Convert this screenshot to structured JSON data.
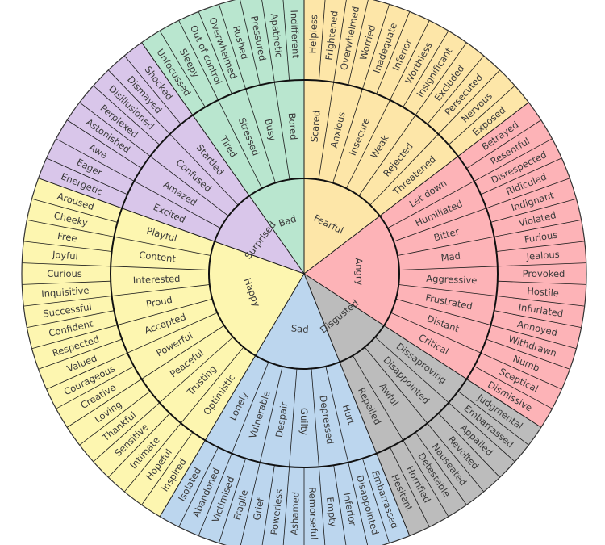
{
  "wheel": [
    {
      "name": "Fearful",
      "color": "#fde6a8",
      "groups": [
        {
          "name": "Scared",
          "outer": [
            "Helpless",
            "Frightened"
          ]
        },
        {
          "name": "Anxious",
          "outer": [
            "Overwhelmed",
            "Worried"
          ]
        },
        {
          "name": "Insecure",
          "outer": [
            "Inadequate",
            "Inferior"
          ]
        },
        {
          "name": "Weak",
          "outer": [
            "Worthless",
            "Insignificant"
          ]
        },
        {
          "name": "Rejected",
          "outer": [
            "Excluded",
            "Persecuted"
          ]
        },
        {
          "name": "Threatened",
          "outer": [
            "Nervous",
            "Exposed"
          ]
        }
      ]
    },
    {
      "name": "Angry",
      "color": "#fdb3b7",
      "groups": [
        {
          "name": "Let down",
          "outer": [
            "Betrayed",
            "Resentful"
          ]
        },
        {
          "name": "Humiliated",
          "outer": [
            "Disrespected",
            "Ridiculed"
          ]
        },
        {
          "name": "Bitter",
          "outer": [
            "Indignant",
            "Violated"
          ]
        },
        {
          "name": "Mad",
          "outer": [
            "Furious",
            "Jealous"
          ]
        },
        {
          "name": "Aggressive",
          "outer": [
            "Provoked",
            "Hostile"
          ]
        },
        {
          "name": "Frustrated",
          "outer": [
            "Infuriated",
            "Annoyed"
          ]
        },
        {
          "name": "Distant",
          "outer": [
            "Withdrawn",
            "Numb"
          ]
        },
        {
          "name": "Critical",
          "outer": [
            "Sceptical",
            "Dismissive"
          ]
        }
      ]
    },
    {
      "name": "Disgusted",
      "color": "#bcbcbc",
      "groups": [
        {
          "name": "Dissaproving",
          "outer": [
            "Judgmental",
            "Embarrassed"
          ]
        },
        {
          "name": "Disappointed",
          "outer": [
            "Appalled",
            "Revolted"
          ]
        },
        {
          "name": "Awful",
          "outer": [
            "Nauseated",
            "Detestable"
          ]
        },
        {
          "name": "Repelled",
          "outer": [
            "Horrified",
            "Hesitant"
          ]
        }
      ]
    },
    {
      "name": "Sad",
      "color": "#bcd6ee",
      "groups": [
        {
          "name": "Hurt",
          "outer": [
            "Embarrassed",
            "Disappointed"
          ]
        },
        {
          "name": "Depressed",
          "outer": [
            "Inferior",
            "Empty"
          ]
        },
        {
          "name": "Guilty",
          "outer": [
            "Remorseful",
            "Ashamed"
          ]
        },
        {
          "name": "Despair",
          "outer": [
            "Powerless",
            "Grief"
          ]
        },
        {
          "name": "Vulnerable",
          "outer": [
            "Fragile",
            "Victimised"
          ]
        },
        {
          "name": "Lonely",
          "outer": [
            "Abandoned",
            "Isolated"
          ]
        }
      ]
    },
    {
      "name": "Happy",
      "color": "#fdf6b0",
      "groups": [
        {
          "name": "Optimistic",
          "outer": [
            "Inspired",
            "Hopeful"
          ]
        },
        {
          "name": "Trusting",
          "outer": [
            "Intimate",
            "Sensitive"
          ]
        },
        {
          "name": "Peaceful",
          "outer": [
            "Thankful",
            "Loving"
          ]
        },
        {
          "name": "Powerful",
          "outer": [
            "Creative",
            "Courageous"
          ]
        },
        {
          "name": "Accepted",
          "outer": [
            "Valued",
            "Respected"
          ]
        },
        {
          "name": "Proud",
          "outer": [
            "Confident",
            "Successful"
          ]
        },
        {
          "name": "Interested",
          "outer": [
            "Inquisitive",
            "Curious"
          ]
        },
        {
          "name": "Content",
          "outer": [
            "Joyful",
            "Free"
          ]
        },
        {
          "name": "Playful",
          "outer": [
            "Cheeky",
            "Aroused"
          ]
        }
      ]
    },
    {
      "name": "Surprised",
      "color": "#d9c6ea",
      "groups": [
        {
          "name": "Excited",
          "outer": [
            "Energetic",
            "Eager"
          ]
        },
        {
          "name": "Amazed",
          "outer": [
            "Awe",
            "Astonished"
          ]
        },
        {
          "name": "Confused",
          "outer": [
            "Perplexed",
            "Disillusioned"
          ]
        },
        {
          "name": "Startled",
          "outer": [
            "Dismayed",
            "Shocked"
          ]
        }
      ]
    },
    {
      "name": "Bad",
      "color": "#b9e6cf",
      "groups": [
        {
          "name": "Tired",
          "outer": [
            "Unfocussed",
            "Sleepy"
          ]
        },
        {
          "name": "Stressed",
          "outer": [
            "Out of control",
            "Overwhelmed"
          ]
        },
        {
          "name": "Busy",
          "outer": [
            "Rushed",
            "Pressured"
          ]
        },
        {
          "name": "Bored",
          "outer": [
            "Apathetic",
            "Indifferent"
          ]
        }
      ]
    }
  ]
}
